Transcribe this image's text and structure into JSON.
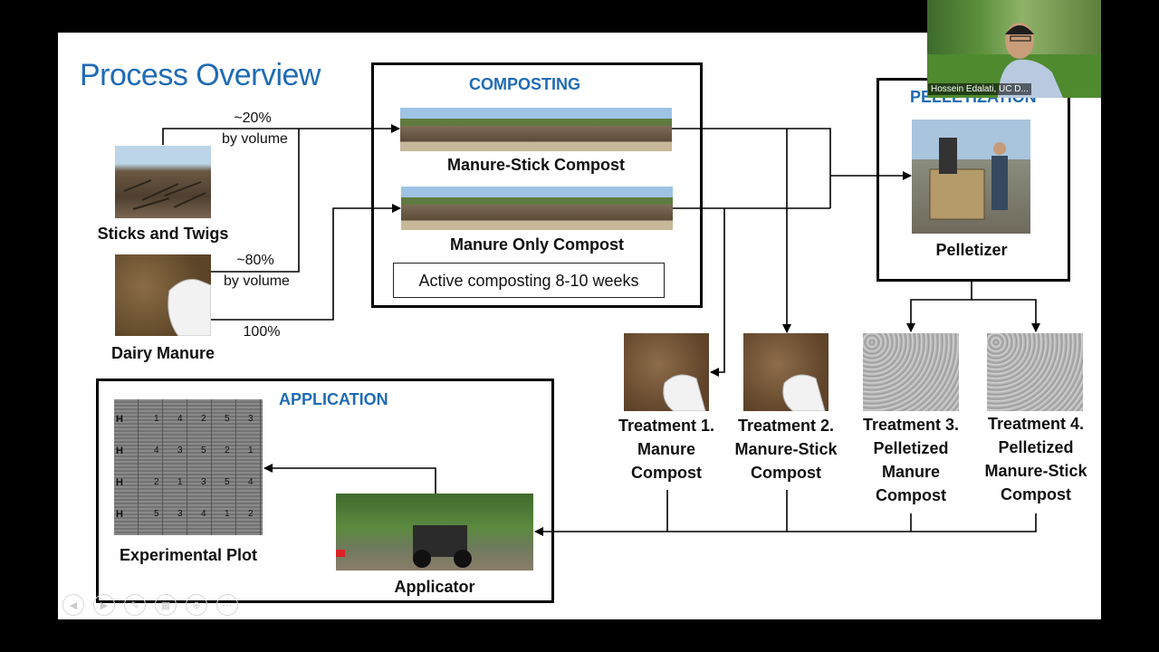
{
  "slide": {
    "title": "Process Overview",
    "composting": {
      "header": "COMPOSTING",
      "manure_stick_label": "Manure-Stick Compost",
      "manure_only_label": "Manure Only Compost",
      "active_note": "Active composting 8-10 weeks"
    },
    "pelletization": {
      "header": "PELLETIZATION",
      "pelletizer_label": "Pelletizer"
    },
    "inputs": {
      "sticks_label": "Sticks and Twigs",
      "manure_label": "Dairy Manure",
      "pct20": "~20%",
      "pct20_unit": "by volume",
      "pct80": "~80%",
      "pct80_unit": "by volume",
      "pct100": "100%"
    },
    "treatments": [
      {
        "line1": "Treatment 1.",
        "line2": "Manure",
        "line3": "Compost",
        "line4": ""
      },
      {
        "line1": "Treatment 2.",
        "line2": "Manure-Stick",
        "line3": "Compost",
        "line4": ""
      },
      {
        "line1": "Treatment 3.",
        "line2": "Pelletized",
        "line3": "Manure",
        "line4": "Compost"
      },
      {
        "line1": "Treatment 4.",
        "line2": "Pelletized",
        "line3": "Manure-Stick",
        "line4": "Compost"
      }
    ],
    "application": {
      "header": "APPLICATION",
      "plot_label": "Experimental Plot",
      "applicator_label": "Applicator",
      "plot_rows": [
        {
          "id": "H",
          "nums": [
            "1",
            "4",
            "2",
            "5",
            "3"
          ]
        },
        {
          "id": "H",
          "nums": [
            "4",
            "3",
            "5",
            "2",
            "1"
          ]
        },
        {
          "id": "H",
          "nums": [
            "2",
            "1",
            "3",
            "5",
            "4"
          ]
        },
        {
          "id": "H",
          "nums": [
            "5",
            "3",
            "4",
            "1",
            "2"
          ]
        }
      ]
    }
  },
  "webcam": {
    "name": "Hossein Edalati, UC D..."
  },
  "colors": {
    "accent": "#1f6bb5",
    "background": "#000000"
  },
  "controls": [
    {
      "icon": "prev-icon",
      "glyph": "◀"
    },
    {
      "icon": "next-icon",
      "glyph": "▶"
    },
    {
      "icon": "pen-icon",
      "glyph": "✎"
    },
    {
      "icon": "slides-icon",
      "glyph": "▦"
    },
    {
      "icon": "zoom-icon",
      "glyph": "⊕"
    },
    {
      "icon": "more-icon",
      "glyph": "⋯"
    }
  ]
}
